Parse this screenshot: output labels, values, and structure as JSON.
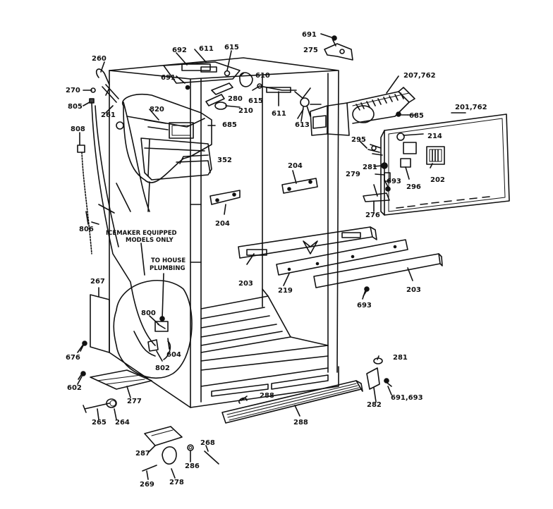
{
  "labels": {
    "l691a": "691",
    "l275": "275",
    "l692": "692",
    "l611a": "611",
    "l615a": "615",
    "l260": "260",
    "l207": "207,762",
    "l691b": "691",
    "l280": "280",
    "l610": "610",
    "l270": "270",
    "l805": "805",
    "l261": "261",
    "l820": "820",
    "l615b": "615",
    "l210": "210",
    "l611b": "611",
    "l613": "613",
    "l685a": "685",
    "l201": "201,762",
    "l808": "808",
    "l685b": "685",
    "l214": "214",
    "l352": "352",
    "l295": "295",
    "l204a": "204",
    "l281a": "281",
    "l279": "279",
    "l693a": "693",
    "l202": "202",
    "l296": "296",
    "l204b": "204",
    "l276": "276",
    "l806": "806",
    "l203a": "203",
    "l219": "219",
    "l203b": "203",
    "l693b": "693",
    "l267": "267",
    "l800": "800",
    "l604": "604",
    "l802": "802",
    "l676": "676",
    "l281b": "281",
    "l602": "602",
    "l277": "277",
    "l288a": "288",
    "l282": "282",
    "l691c": "691,693",
    "l265": "265",
    "l264": "264",
    "l288b": "288",
    "l287": "287",
    "l268": "268",
    "l286": "286",
    "l269": "269",
    "l278": "278"
  },
  "notes": {
    "icemaker_line1": "ICEMAKER EQUIPPED",
    "icemaker_line2": "MODELS ONLY",
    "plumbing_line1": "TO HOUSE",
    "plumbing_line2": "PLUMBING"
  }
}
